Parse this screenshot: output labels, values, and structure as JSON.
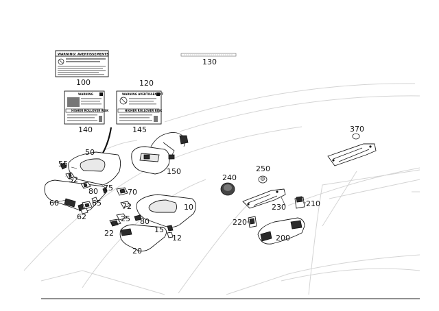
{
  "labels": {
    "warning_100_header": "WARNING! AVERTISSEMENTS",
    "warning_140_header": "WARNING",
    "warning_145_header": "WARNING AVERTISSEMENT",
    "rollover_140": "HIGHER ROLLOVER RISK",
    "rollover_145": "HIGHER ROLLOVER RISK"
  },
  "callouts": {
    "p100": "100",
    "p120": "120",
    "p130": "130",
    "p140": "140",
    "p145": "145",
    "p50": "50",
    "p55": "55",
    "p52": "52",
    "p60": "60",
    "p80a": "80",
    "p75": "75",
    "p70": "70",
    "p65": "65",
    "p62": "62",
    "p72": "72",
    "p25": "25",
    "p80b": "80",
    "p22": "22",
    "p20": "20",
    "p10": "10",
    "p15": "15",
    "p12": "12",
    "p150": "150",
    "p240": "240",
    "p250": "250",
    "p230": "230",
    "p210": "210",
    "p220": "220",
    "p200": "200",
    "p370": "370"
  }
}
